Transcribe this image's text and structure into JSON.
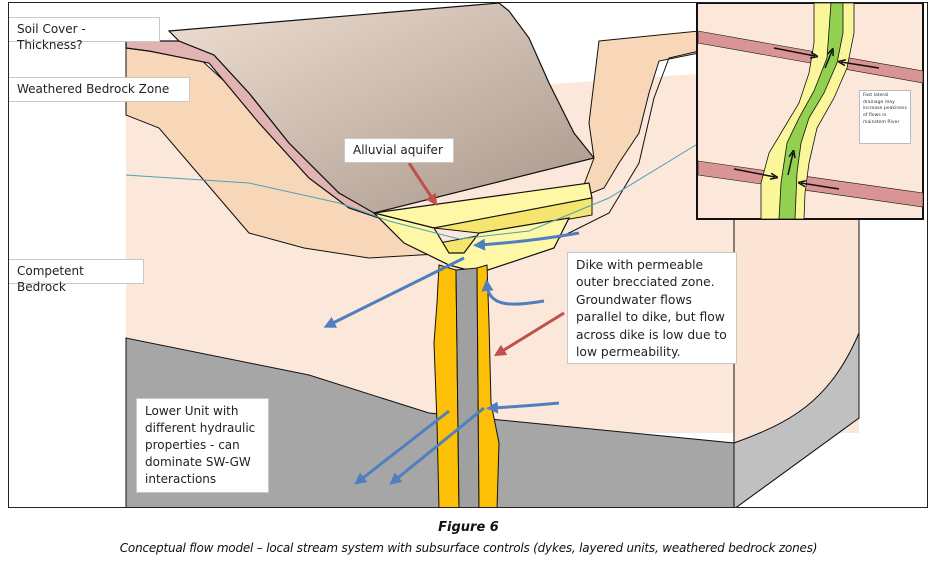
{
  "figure": {
    "title": "Figure 6",
    "caption": "Conceptual flow model – local stream system with subsurface controls (dykes, layered units, weathered bedrock zones)"
  },
  "labels": {
    "soil_cover": "Soil Cover - Thickness?",
    "weathered_bedrock": "Weathered Bedrock Zone",
    "competent_bedrock": "Competent Bedrock",
    "alluvial_aquifer": "Alluvial aquifer",
    "dike_note": "Dike with permeable outer brecciated zone. Groundwater flows parallel to dike, but flow across dike is low due to low permeability.",
    "lower_unit": "Lower Unit with different hydraulic properties - can dominate SW-GW interactions"
  },
  "inset": {
    "note": "Fast lateral drainage may increase peakiness of flows in mainstem River"
  },
  "colors": {
    "hillside_dark": "#b8a596",
    "hillside_light": "#ead8c8",
    "soil_cover": "#e2b3b3",
    "weathered_bedrock": "#f8d6b8",
    "competent_bedrock": "#fce8da",
    "lower_unit": "#a6a6a6",
    "lower_unit_side": "#c0c0c0",
    "alluvium_light": "#fdf7a6",
    "alluvium_mid": "#f5e46e",
    "dike_outer": "#fdc006",
    "dike_core": "#a0a0a0",
    "water_table": "#4aa3b5",
    "flow_arrow": "#4f7fbf",
    "pointer_arrow": "#c0504d",
    "inset_river_edge": "#f9f79a",
    "inset_river_core": "#92d050",
    "inset_dike": "#d99594"
  }
}
